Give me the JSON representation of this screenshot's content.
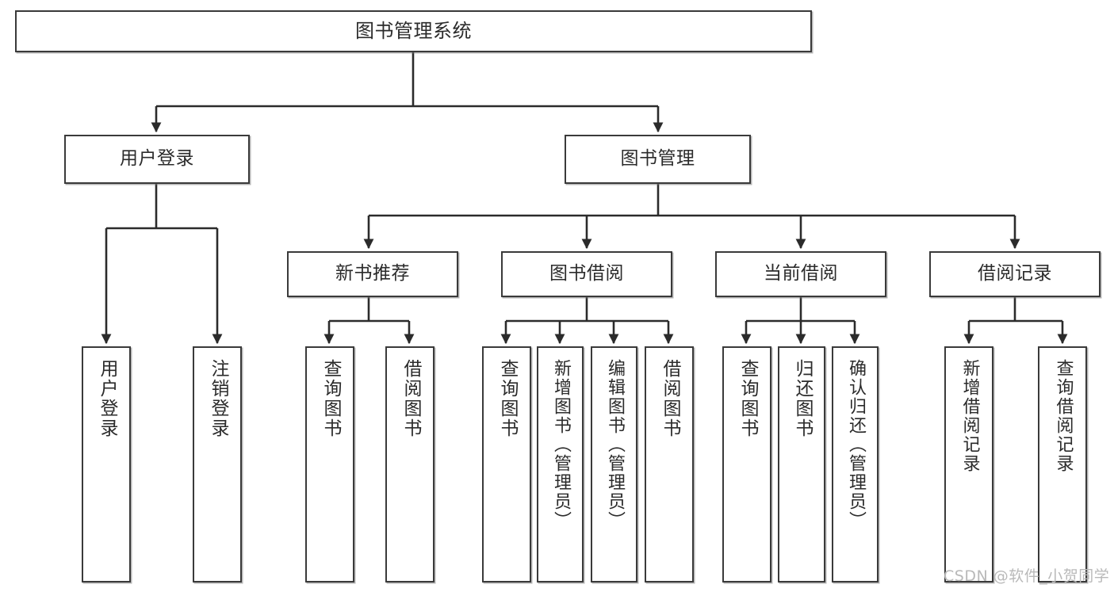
{
  "diagram": {
    "title": "图书管理系统",
    "type": "tree-hierarchy-chart",
    "colors": {
      "box_border": "#3a3a3a",
      "box_fill": "#ffffff",
      "edge": "#2b2b2b",
      "text": "#2b2b2b",
      "watermark": "#b9b9b9",
      "background": "#ffffff"
    },
    "nodes": {
      "root": {
        "label": "图书管理系统"
      },
      "level2": [
        {
          "id": "user-login",
          "label": "用户登录"
        },
        {
          "id": "book-management",
          "label": "图书管理"
        }
      ],
      "level3": [
        {
          "id": "new-book-recommend",
          "label": "新书推荐"
        },
        {
          "id": "book-borrow",
          "label": "图书借阅"
        },
        {
          "id": "current-borrow",
          "label": "当前借阅"
        },
        {
          "id": "borrow-record",
          "label": "借阅记录"
        }
      ],
      "level4": [
        {
          "id": "leaf-user-login",
          "label": "用户登录"
        },
        {
          "id": "leaf-user-logout",
          "label": "注销登录"
        },
        {
          "id": "leaf-query-book-1",
          "label": "查询图书"
        },
        {
          "id": "leaf-borrow-book-1",
          "label": "借阅图书"
        },
        {
          "id": "leaf-query-book-2",
          "label": "查询图书"
        },
        {
          "id": "leaf-add-book",
          "label": "新增图书（管理员）"
        },
        {
          "id": "leaf-edit-book",
          "label": "编辑图书（管理员）"
        },
        {
          "id": "leaf-borrow-book-2",
          "label": "借阅图书"
        },
        {
          "id": "leaf-query-book-3",
          "label": "查询图书"
        },
        {
          "id": "leaf-return-book",
          "label": "归还图书"
        },
        {
          "id": "leaf-confirm-return",
          "label": "确认归还（管理员）"
        },
        {
          "id": "leaf-add-record",
          "label": "新增借阅记录"
        },
        {
          "id": "leaf-query-record",
          "label": "查询借阅记录"
        }
      ]
    }
  },
  "watermark": {
    "text": "CSDN @软件_小贺同学"
  }
}
